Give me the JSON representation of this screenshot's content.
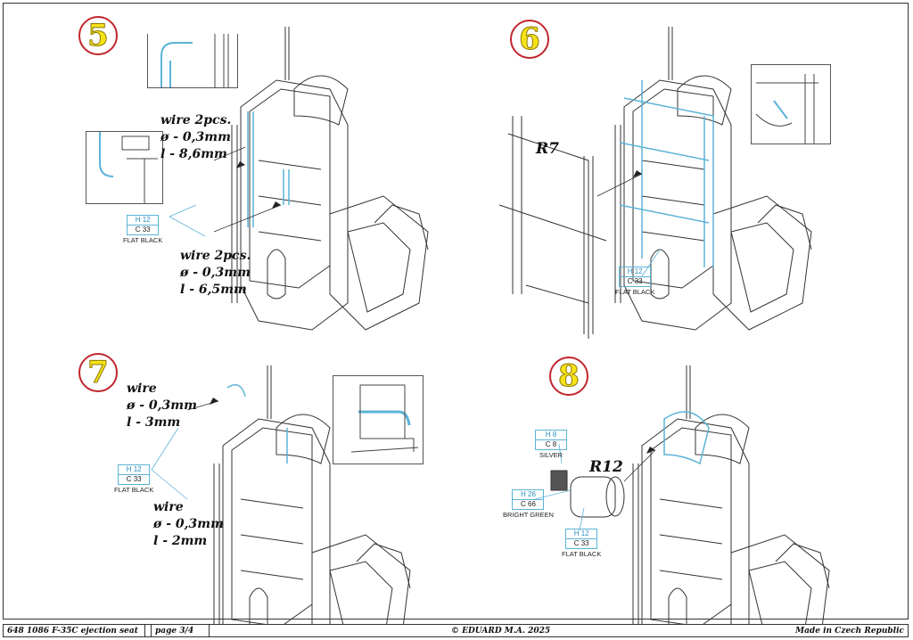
{
  "colors": {
    "accent_blue": "#5bb3d6",
    "badge_red": "#c0262d",
    "badge_yellow": "#f7e21a"
  },
  "steps": [
    {
      "number": "5",
      "notes": [
        {
          "lines": [
            "wire 2pcs.",
            "ø - 0,3mm",
            "l - 8,6mm"
          ]
        },
        {
          "lines": [
            "wire 2pcs.",
            "ø - 0,3mm",
            "l - 6,5mm"
          ]
        }
      ],
      "paint": {
        "h": "H 12",
        "c": "C 33",
        "name": "FLAT BLACK"
      }
    },
    {
      "number": "6",
      "part": "R7",
      "paint": {
        "h": "H 12",
        "c": "C 33",
        "name": "FLAT BLACK"
      }
    },
    {
      "number": "7",
      "notes": [
        {
          "lines": [
            "wire",
            "ø - 0,3mm",
            "l - 3mm"
          ]
        },
        {
          "lines": [
            "wire",
            "ø - 0,3mm",
            "l - 2mm"
          ]
        }
      ],
      "paint": {
        "h": "H 12",
        "c": "C 33",
        "name": "FLAT BLACK"
      }
    },
    {
      "number": "8",
      "part": "R12",
      "paints": [
        {
          "h": "H 8",
          "c": "C 8",
          "name": "SILVER"
        },
        {
          "h": "H 26",
          "c": "C 66",
          "name": "BRIGHT GREEN"
        },
        {
          "h": "H 12",
          "c": "C 33",
          "name": "FLAT BLACK"
        }
      ]
    }
  ],
  "footer": {
    "product": "648 1086  F-35C ejection seat",
    "page": "page 3/4",
    "copyright": "© EDUARD  M.A. 2025",
    "origin": "Made in Czech Republic"
  }
}
